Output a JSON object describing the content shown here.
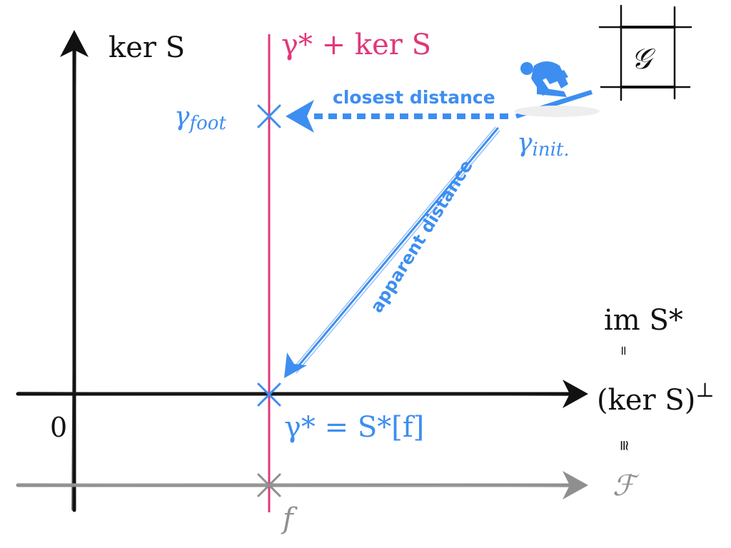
{
  "labels": {
    "ker_axis": "ker S",
    "affine_line": "γ* + ker S",
    "gamma_foot": "γ",
    "gamma_foot_sub": "foot",
    "gamma_init": "γ",
    "gamma_init_sub": "init.",
    "closest_distance": "closest distance",
    "apparent_distance": "apparent distance",
    "im_s_star": "im S*",
    "equals_vertical": "=",
    "ker_s_perp": "(ker S)",
    "perp_symbol": "⊥",
    "cong_vertical": "≅",
    "calligraphic_f": "ℱ",
    "origin": "0",
    "gamma_star_eq": "γ* = S*[f]",
    "f_label": "f",
    "g_box": "𝒢"
  },
  "colors": {
    "black": "#111111",
    "pink": "#e0387a",
    "blue": "#3d8ef0",
    "gray": "#8f8f8f"
  },
  "icons": {
    "skier": "skier-icon",
    "g_box_frame": "hash-frame-icon"
  }
}
